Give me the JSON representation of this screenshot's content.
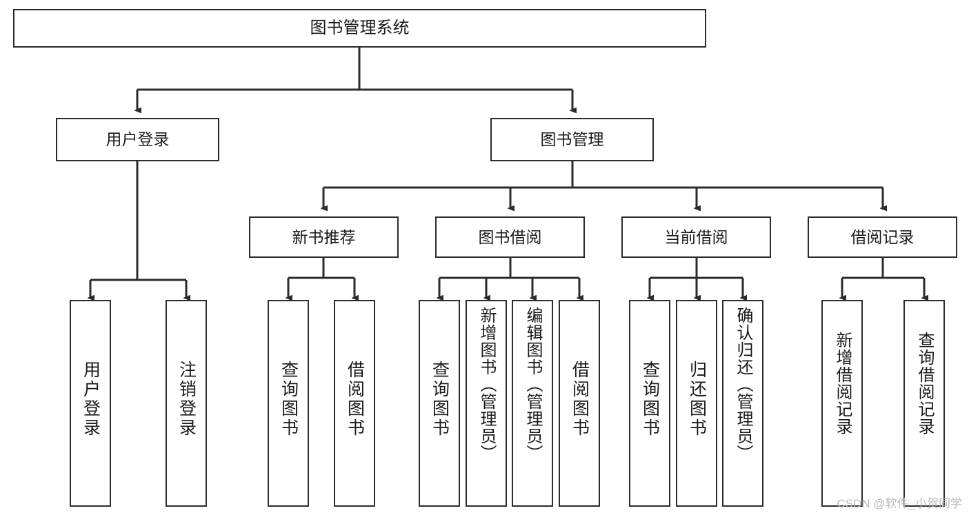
{
  "diagram": {
    "type": "tree-hierarchy",
    "title": "图书管理系统",
    "watermark": "CSDN @软件_小贺同学",
    "colors": {
      "box_border": "#2b2b2b",
      "box_fill": "#ffffff",
      "connector": "#2b2b2b",
      "text": "#1a1a1a",
      "watermark": "#b9b9b9"
    },
    "nodes": {
      "root": {
        "label": "图书管理系统"
      },
      "level2": [
        {
          "id": "user-login",
          "label": "用户登录"
        },
        {
          "id": "book-manage",
          "label": "图书管理"
        }
      ],
      "level3": [
        {
          "id": "new-book-recommend",
          "label": "新书推荐"
        },
        {
          "id": "book-borrow",
          "label": "图书借阅"
        },
        {
          "id": "current-borrow",
          "label": "当前借阅"
        },
        {
          "id": "borrow-record",
          "label": "借阅记录"
        }
      ],
      "leaves": {
        "user_login": [
          {
            "id": "leaf-user-login",
            "label": "用户登录"
          },
          {
            "id": "leaf-logout-login",
            "label": "注销登录"
          }
        ],
        "new_book_recommend": [
          {
            "id": "leaf-query-book-1",
            "label": "查询图书"
          },
          {
            "id": "leaf-borrow-book-1",
            "label": "借阅图书"
          }
        ],
        "book_borrow": [
          {
            "id": "leaf-query-book-2",
            "label": "查询图书"
          },
          {
            "id": "leaf-add-book",
            "label": "新增图书（管理员）"
          },
          {
            "id": "leaf-edit-book",
            "label": "编辑图书（管理员）"
          },
          {
            "id": "leaf-borrow-book-2",
            "label": "借阅图书"
          }
        ],
        "current_borrow": [
          {
            "id": "leaf-query-book-3",
            "label": "查询图书"
          },
          {
            "id": "leaf-return-book",
            "label": "归还图书"
          },
          {
            "id": "leaf-confirm-return",
            "label": "确认归还（管理员）"
          }
        ],
        "borrow_record": [
          {
            "id": "leaf-add-record",
            "label": "新增借阅记录"
          },
          {
            "id": "leaf-query-record",
            "label": "查询借阅记录"
          }
        ]
      }
    }
  }
}
